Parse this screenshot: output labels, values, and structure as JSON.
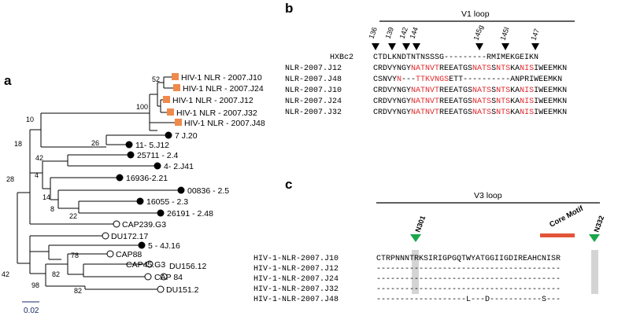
{
  "panels": {
    "a": "a",
    "b": "b",
    "c": "c"
  },
  "tree": {
    "scale_bar": "0.02",
    "leaves": [
      {
        "label": "HIV-1 NLR - 2007.J10",
        "marker": "orange-square"
      },
      {
        "label": "HIV-1 NLR - 2007.J24",
        "marker": "orange-square"
      },
      {
        "label": "HIV-1 NLR - 2007.J12",
        "marker": "orange-square"
      },
      {
        "label": "HIV-1 NLR - 2007.J32",
        "marker": "orange-square"
      },
      {
        "label": "HIV-1 NLR - 2007.J48",
        "marker": "orange-square"
      },
      {
        "label": "7 J.20",
        "marker": "filled-circle"
      },
      {
        "label": "11- 5.J12",
        "marker": "filled-circle"
      },
      {
        "label": "25711 - 2.4",
        "marker": "filled-circle"
      },
      {
        "label": "4- 2.J41",
        "marker": "filled-circle"
      },
      {
        "label": "16936-2.21",
        "marker": "filled-circle"
      },
      {
        "label": "00836 - 2.5",
        "marker": "filled-circle"
      },
      {
        "label": "16055 - 2.3",
        "marker": "filled-circle"
      },
      {
        "label": "26191 - 2.48",
        "marker": "filled-circle"
      },
      {
        "label": "CAP239.G3",
        "marker": "open-circle"
      },
      {
        "label": "DU172.17",
        "marker": "open-circle"
      },
      {
        "label": "5 - 4J.16",
        "marker": "filled-circle"
      },
      {
        "label": "CAP88",
        "marker": "open-circle"
      },
      {
        "label": "CAP45.G3",
        "marker": "open-circle"
      },
      {
        "label": "DU156.12",
        "marker": "open-circle"
      },
      {
        "label": "CAP 84",
        "marker": "open-circle"
      },
      {
        "label": "DU151.2",
        "marker": "open-circle"
      }
    ],
    "bootstrap": [
      "52",
      "100",
      "10",
      "18",
      "26",
      "42",
      "28",
      "4",
      "14",
      "8",
      "22",
      "42",
      "98",
      "78",
      "82",
      "82"
    ]
  },
  "v1": {
    "title": "V1 loop",
    "positions": [
      "136",
      "139",
      "142",
      "144",
      "145g",
      "145l",
      "147"
    ],
    "rows": [
      {
        "name": "HXBc2",
        "segments": [
          [
            "CTDLKNDTNTNSSSG---------RMIMEKGEIKN",
            "k"
          ]
        ]
      },
      {
        "name": "NLR-2007.J12",
        "segments": [
          [
            "CRDVYNGY",
            "k"
          ],
          [
            "NATNVT",
            "r"
          ],
          [
            "REEATGS",
            "k"
          ],
          [
            "NATS",
            "r"
          ],
          [
            "S",
            "k"
          ],
          [
            "NTS",
            "r"
          ],
          [
            "KA",
            "k"
          ],
          [
            "NIS",
            "r"
          ],
          [
            "IWEEMKN",
            "k"
          ]
        ]
      },
      {
        "name": "NLR-2007.J48",
        "segments": [
          [
            "CSNVY",
            "k"
          ],
          [
            "N",
            "r"
          ],
          [
            "---",
            "k"
          ],
          [
            "TTKV",
            "r"
          ],
          [
            "NGS",
            "r"
          ],
          [
            "ETT----------",
            "k"
          ],
          [
            "ANPRIWEEMKN",
            "k"
          ]
        ]
      },
      {
        "name": "NLR-2007.J10",
        "segments": [
          [
            "CRDVYNGY",
            "k"
          ],
          [
            "NATNVT",
            "r"
          ],
          [
            "REEATGS",
            "k"
          ],
          [
            "NATS",
            "r"
          ],
          [
            "S",
            "k"
          ],
          [
            "NTS",
            "r"
          ],
          [
            "KA",
            "k"
          ],
          [
            "NIS",
            "r"
          ],
          [
            "IWEEMKN",
            "k"
          ]
        ]
      },
      {
        "name": "NLR-2007.J24",
        "segments": [
          [
            "CRDVYNGY",
            "k"
          ],
          [
            "NATNVT",
            "r"
          ],
          [
            "REEATGS",
            "k"
          ],
          [
            "NATS",
            "r"
          ],
          [
            "S",
            "k"
          ],
          [
            "NTS",
            "r"
          ],
          [
            "KA",
            "k"
          ],
          [
            "NIS",
            "r"
          ],
          [
            "IWEEMKN",
            "k"
          ]
        ]
      },
      {
        "name": "NLR-2007.J32",
        "segments": [
          [
            "CRDVYNGY",
            "k"
          ],
          [
            "NATNVT",
            "r"
          ],
          [
            "REEATGS",
            "k"
          ],
          [
            "NATS",
            "r"
          ],
          [
            "S",
            "k"
          ],
          [
            "NTS",
            "r"
          ],
          [
            "KA",
            "k"
          ],
          [
            "NIS",
            "r"
          ],
          [
            "IWEEMKN",
            "k"
          ]
        ]
      }
    ]
  },
  "v3": {
    "title": "V3 loop",
    "n301": "N301",
    "n332": "N332",
    "core_motif": "Core Motif",
    "rows": [
      {
        "name": "HIV-1-NLR-2007.J10",
        "seq": "CTRPNNNTRKSIRIGPGQTWYATGGIIGDIREAHCNISR"
      },
      {
        "name": "HIV-1-NLR-2007.J12",
        "seq": "---------------------------------------"
      },
      {
        "name": "HIV-1-NLR-2007.J24",
        "seq": "---------------------------------------"
      },
      {
        "name": "HIV-1-NLR-2007.J32",
        "seq": "---------------------------------------"
      },
      {
        "name": "HIV-1-NLR-2007.J48",
        "seq": "-------------------L---D-----------S---"
      }
    ]
  },
  "colors": {
    "orange": "#f08a4b",
    "red_residue": "#e0262a",
    "green_marker": "#1aa64a",
    "core_bar": "#e2553a",
    "highlight_column": "#d4d4d4"
  }
}
